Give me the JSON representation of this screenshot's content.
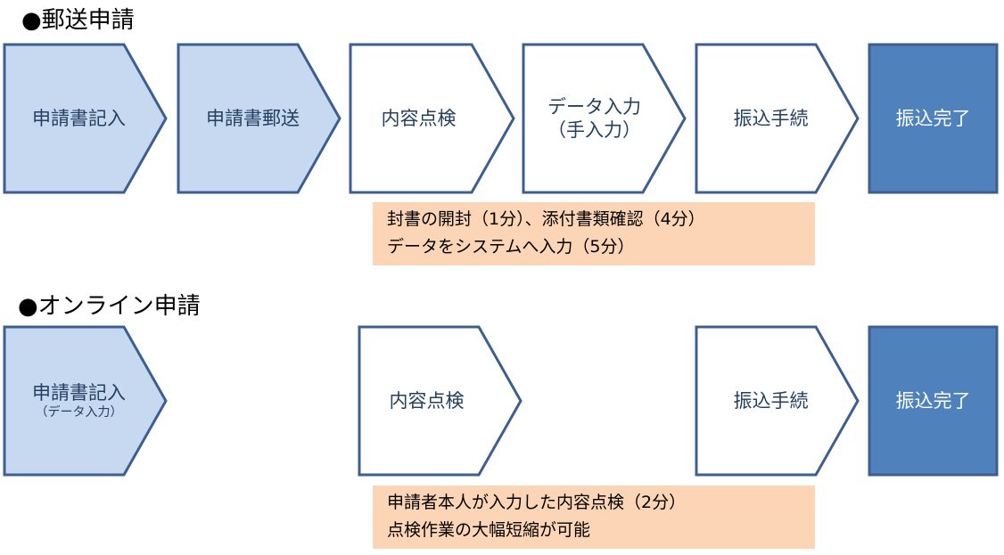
{
  "mail_section": {
    "title": "●郵送申請",
    "steps": [
      {
        "label": "申請書記入"
      },
      {
        "label": "申請書郵送"
      },
      {
        "label": "内容点検"
      },
      {
        "label": "データ入力",
        "sub": "（手入力）"
      },
      {
        "label": "振込手続"
      },
      {
        "label": "振込完了"
      }
    ],
    "note": [
      "封書の開封（1分）、添付書類確認（4分）",
      "データをシステムへ入力（5分）"
    ]
  },
  "online_section": {
    "title": "●オンライン申請",
    "steps": [
      {
        "label": "申請書記入",
        "sub": "（データ入力）"
      },
      {
        "label": "内容点検"
      },
      {
        "label": "振込手続"
      },
      {
        "label": "振込完了"
      }
    ],
    "note": [
      "申請者本人が入力した内容点検（2分）",
      "点検作業の大幅短縮が可能"
    ]
  },
  "colors": {
    "outline": "#3d5f8f",
    "filled_light": "#c6d9f1",
    "empty": "#ffffff",
    "final": "#4f81bd",
    "note_bg": "#fbd5b5"
  }
}
